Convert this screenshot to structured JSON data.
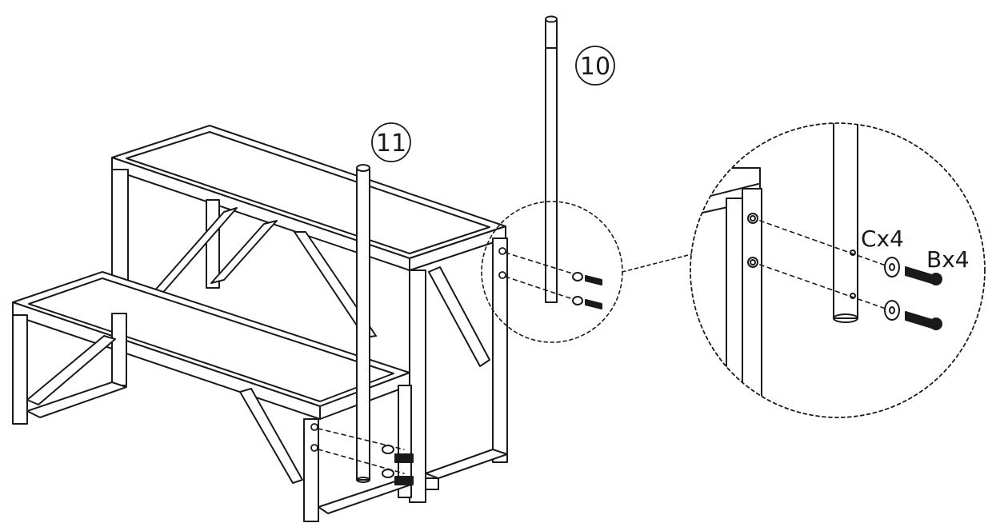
{
  "diagram": {
    "callouts": [
      {
        "id": "part-10",
        "label": "10"
      },
      {
        "id": "part-11",
        "label": "11"
      }
    ],
    "hardware": [
      {
        "id": "washer-c",
        "label": "Cx4"
      },
      {
        "id": "bolt-b",
        "label": "Bx4"
      }
    ],
    "colors": {
      "line": "#1a1a1a",
      "background": "#ffffff"
    }
  }
}
